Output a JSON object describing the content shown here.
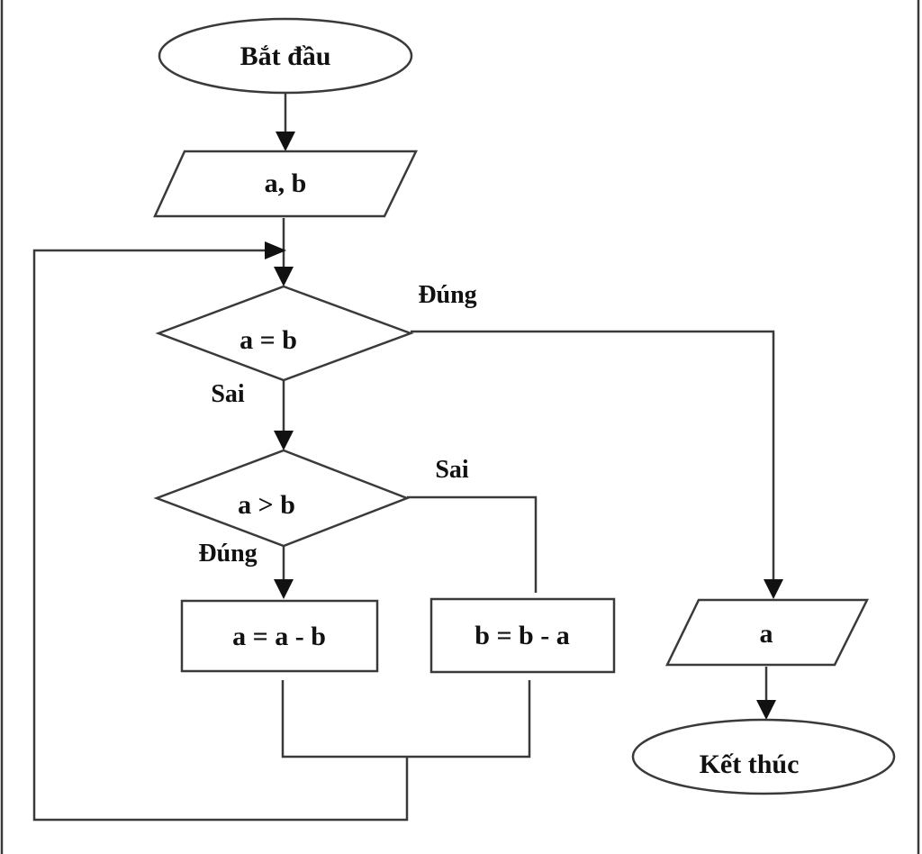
{
  "nodes": {
    "start": "Bắt đầu",
    "input": "a, b",
    "cond_equal": "a = b",
    "cond_greater": "a > b",
    "step_a": "a = a - b",
    "step_b": "b = b - a",
    "output": "a",
    "end": "Kết thúc"
  },
  "edge_labels": {
    "equal_true": "Đúng",
    "equal_false": "Sai",
    "greater_false": "Sai",
    "greater_true": "Đúng"
  }
}
